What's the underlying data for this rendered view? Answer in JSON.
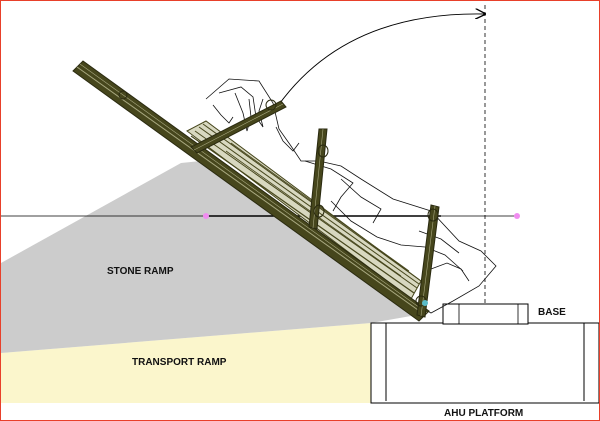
{
  "labels": {
    "stone_ramp": "STONE RAMP",
    "transport_ramp": "TRANSPORT RAMP",
    "base": "BASE",
    "ahu_platform": "AHU PLATFORM"
  },
  "colors": {
    "border": "#e8402a",
    "stone_ramp_fill": "#cccccc",
    "transport_ramp_fill": "#fbf6cc",
    "frame_wood": "#46461c",
    "marker": "#f08cf0",
    "outline": "#000000"
  }
}
